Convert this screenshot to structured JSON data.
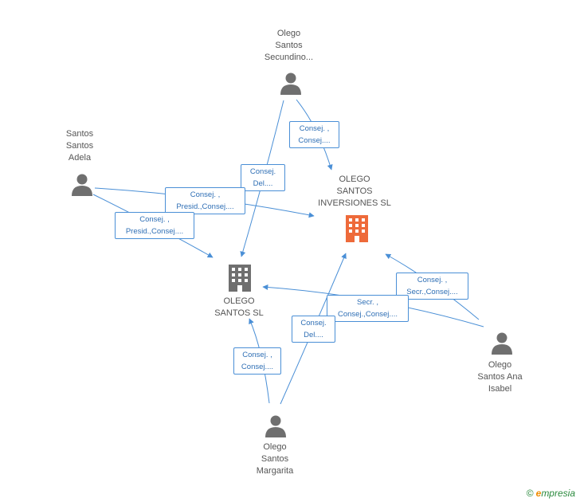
{
  "nodes": {
    "secundino": {
      "lines": [
        "Olego",
        "Santos",
        "Secundino..."
      ]
    },
    "adela": {
      "lines": [
        "Santos",
        "Santos",
        "Adela"
      ]
    },
    "inversiones": {
      "lines": [
        "OLEGO",
        "SANTOS",
        "INVERSIONES SL"
      ]
    },
    "olego_sl": {
      "lines": [
        "OLEGO",
        "SANTOS SL"
      ]
    },
    "ana_isabel": {
      "lines": [
        "Olego",
        "Santos Ana",
        "Isabel"
      ]
    },
    "margarita": {
      "lines": [
        "Olego",
        "Santos",
        "Margarita"
      ]
    }
  },
  "edge_labels": {
    "secundino_inversiones": [
      "Consej. ,",
      "Consej...."
    ],
    "secundino_olego_sl": [
      "Consej.",
      "Del...."
    ],
    "adela_inversiones": [
      "Consej. ,",
      "Presid.,Consej...."
    ],
    "adela_olego_sl": [
      "Consej. ,",
      "Presid.,Consej...."
    ],
    "ana_inversiones": [
      "Consej. ,",
      "Secr.,Consej...."
    ],
    "ana_olego_sl": [
      "Secr. ,",
      "Consej.,Consej...."
    ],
    "margarita_inversiones": [
      "Consej.",
      "Del...."
    ],
    "margarita_olego_sl": [
      "Consej. ,",
      "Consej...."
    ]
  },
  "colors": {
    "edge": "#4a8fd6",
    "person": "#6f6f6f",
    "company_main": "#ee6a3a",
    "company": "#6f6f6f"
  },
  "icons": {
    "person": "person-icon",
    "company": "building-icon",
    "copyright": "copyright-icon"
  },
  "footer": {
    "copyright": "©",
    "brand_e": "e",
    "brand_rest": "mpresia"
  }
}
